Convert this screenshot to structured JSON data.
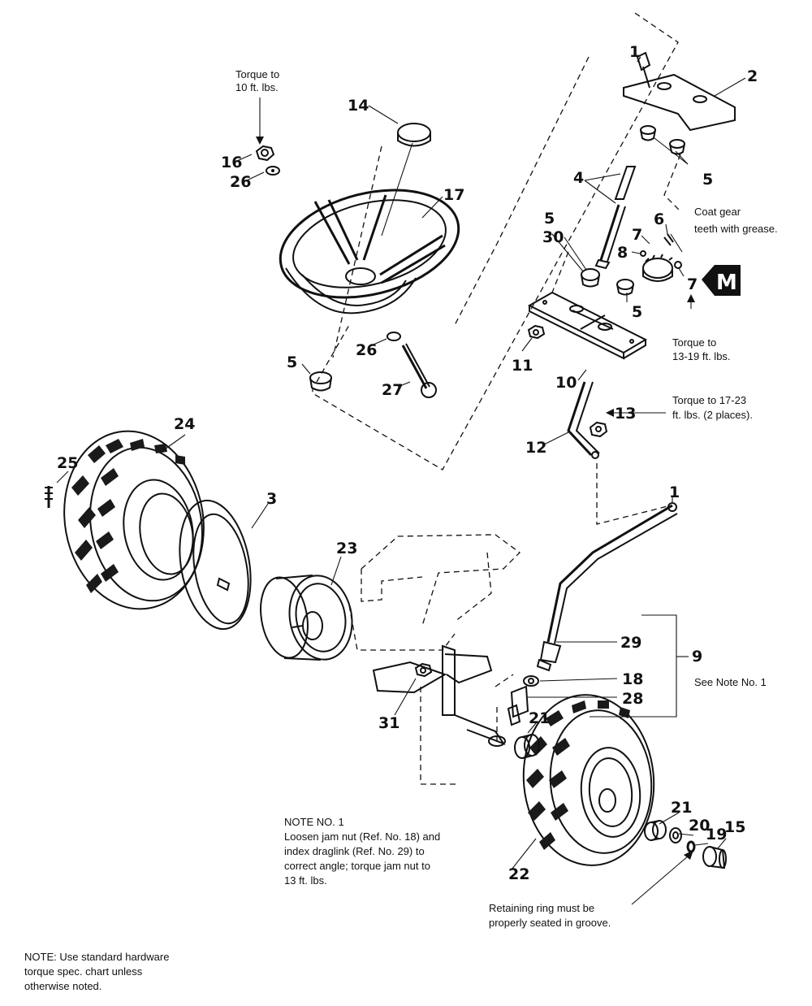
{
  "callouts": {
    "c1a": "1",
    "c2": "2",
    "c3": "3",
    "c4": "4",
    "c5a": "5",
    "c5b": "5",
    "c5c": "5",
    "c5d": "5",
    "c6": "6",
    "c7a": "7",
    "c7b": "7",
    "c8": "8",
    "c9": "9",
    "c10": "10",
    "c11": "11",
    "c12": "12",
    "c13": "13",
    "c14": "14",
    "c15": "15",
    "c16": "16",
    "c17": "17",
    "c18": "18",
    "c19": "19",
    "c20": "20",
    "c21a": "21",
    "c21b": "21",
    "c22": "22",
    "c23": "23",
    "c24": "24",
    "c25": "25",
    "c26a": "26",
    "c26b": "26",
    "c27": "27",
    "c28": "28",
    "c29": "29",
    "c30": "30",
    "c31": "31",
    "c1b": "1"
  },
  "notes": {
    "torque10_l1": "Torque to",
    "torque10_l2": "10 ft. lbs.",
    "coat_l1": "Coat gear",
    "coat_l2": "teeth with grease.",
    "torque1319_l1": "Torque to",
    "torque1319_l2": "13-19 ft. lbs.",
    "torque1723_l1": "Torque to 17-23",
    "torque1723_l2": "ft. lbs. (2 places).",
    "see_note": "See Note No. 1",
    "note1_title": "NOTE NO. 1",
    "note1_l1": "Loosen jam nut (Ref. No. 18) and",
    "note1_l2": "index draglink (Ref. No. 29) to",
    "note1_l3": "correct angle; torque jam nut to",
    "note1_l4": "13 ft. lbs.",
    "ring_l1": "Retaining ring must be",
    "ring_l2": "properly seated in groove.",
    "std_l1": "NOTE: Use standard hardware",
    "std_l2": "torque spec. chart unless",
    "std_l3": "otherwise noted."
  },
  "badge": {
    "letter": "M"
  }
}
